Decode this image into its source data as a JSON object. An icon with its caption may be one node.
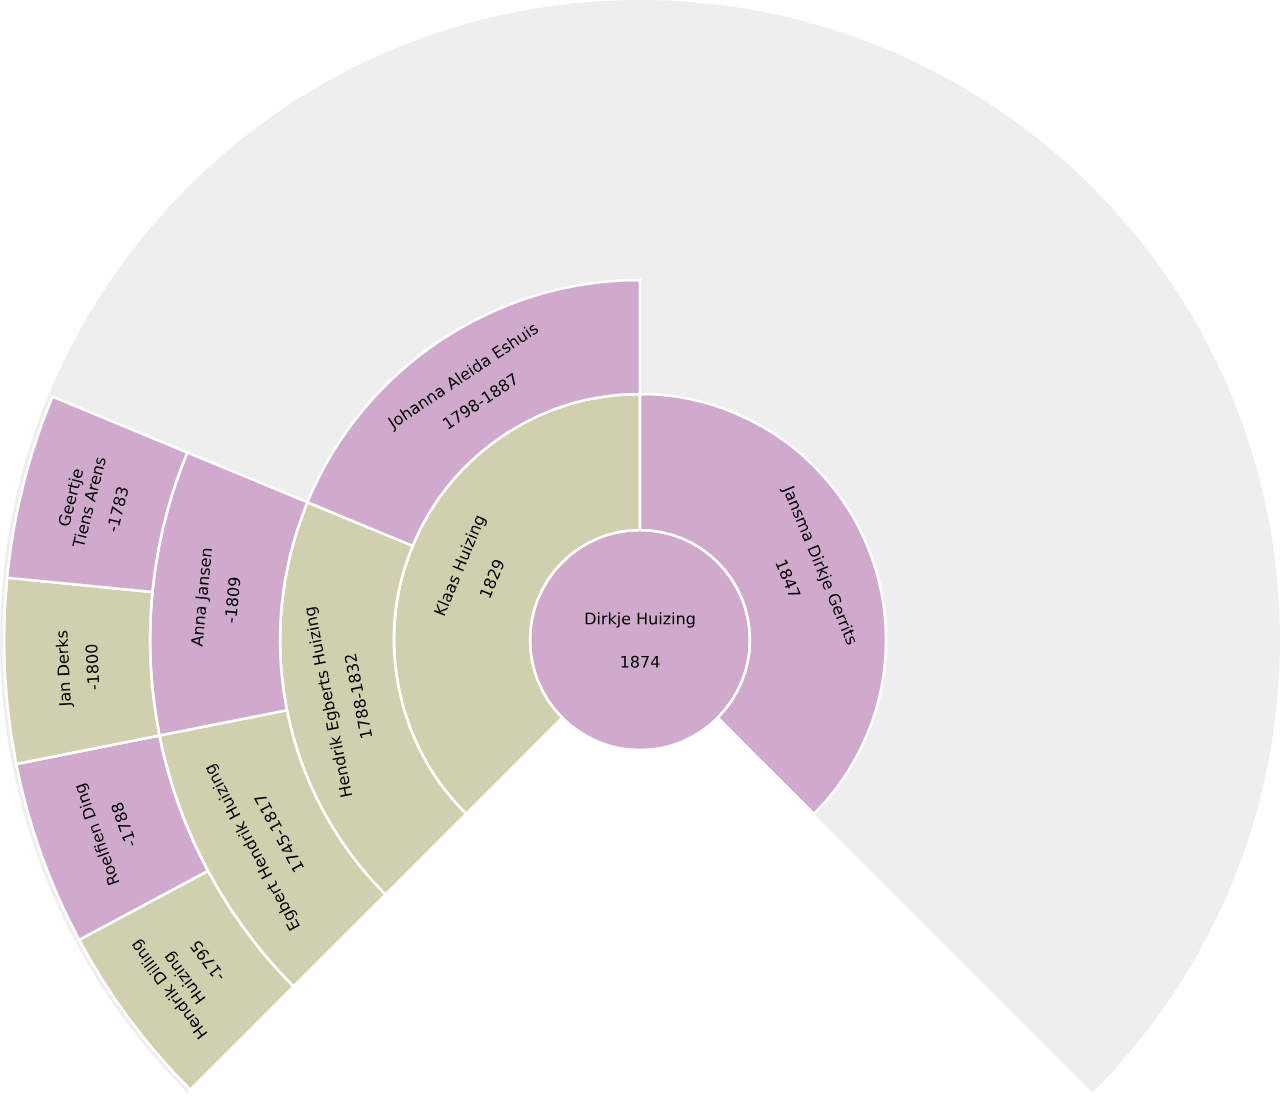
{
  "diagram": {
    "nodes": [
      {
        "text": [
          "Dirkje Huizing",
          "1874"
        ]
      },
      {
        "text": [
          "Klaas Huizing",
          "1829"
        ]
      },
      {
        "text": [
          "Jansma Dirkje Gerrits",
          "1847"
        ]
      },
      {
        "text": [
          "Hendrik Egberts Huizing",
          "1788-1832"
        ]
      },
      {
        "text": [
          "Johanna Aleida Eshuis",
          "1798-1887"
        ]
      },
      {
        "text": [
          "Egbert Hendrik Huizing",
          "1745-1817"
        ]
      },
      {
        "text": [
          "Anna Jansen",
          "-1809"
        ]
      },
      {
        "text": [
          "Hendrik Dilling Huizing",
          "-1795"
        ]
      },
      {
        "text": [
          "Roelfien Ding",
          "-1788"
        ]
      },
      {
        "text": [
          "Jan Derks",
          "-1800"
        ]
      },
      {
        "text": [
          "Geertje Tiens Arens",
          "-1783"
        ]
      }
    ]
  }
}
